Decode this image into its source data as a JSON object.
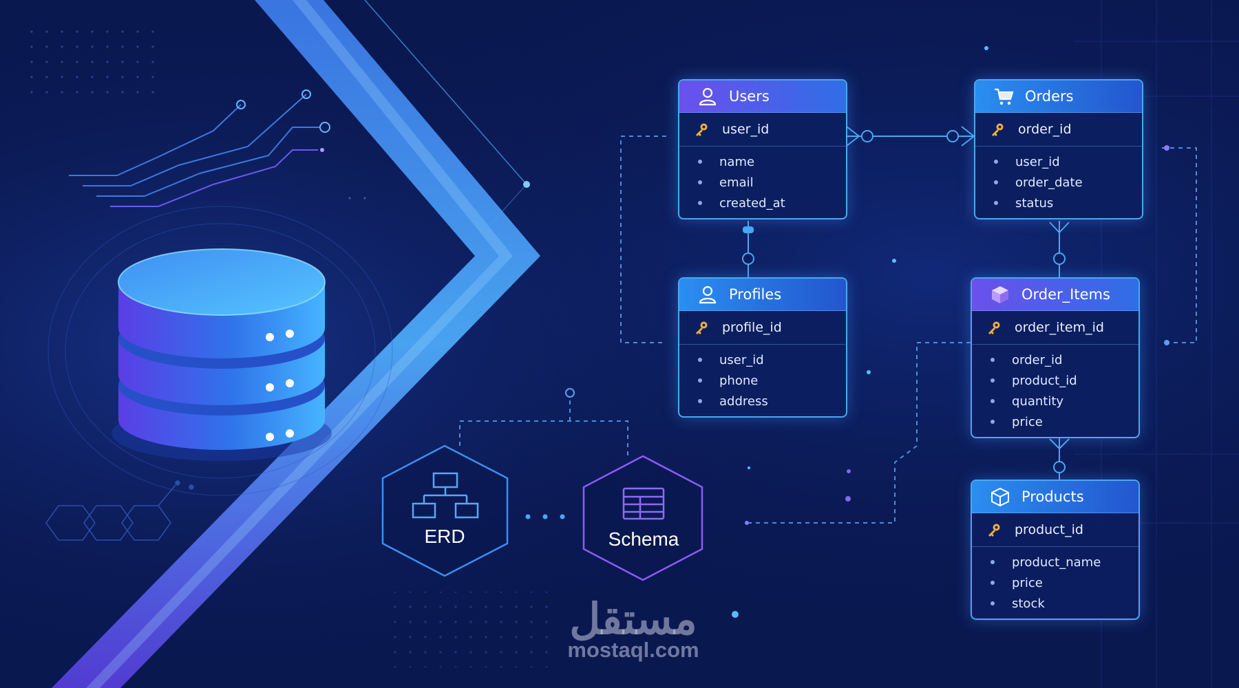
{
  "colors": {
    "background": "#0a1850",
    "line": "#4aa8f0",
    "dashed_line": "#5ea0ee",
    "key": "#f2b238",
    "header_purple": "#6b50ec",
    "header_blue": "#2a8ef0",
    "hex_outline_erd": "#3b8ff0",
    "hex_outline_schema": "#8b5cf6"
  },
  "entities": [
    {
      "name": "Users",
      "icon": "user-icon",
      "pk": "user_id",
      "fields": [
        "name",
        "email",
        "created_at"
      ]
    },
    {
      "name": "Orders",
      "icon": "cart-icon",
      "pk": "order_id",
      "fields": [
        "user_id",
        "order_date",
        "status"
      ]
    },
    {
      "name": "Profiles",
      "icon": "user-icon",
      "pk": "profile_id",
      "fields": [
        "user_id",
        "phone",
        "address"
      ]
    },
    {
      "name": "Order_Items",
      "icon": "box-icon",
      "pk": "order_item_id",
      "fields": [
        "order_id",
        "product_id",
        "quantity",
        "price"
      ]
    },
    {
      "name": "Products",
      "icon": "box-outline-icon",
      "pk": "product_id",
      "fields": [
        "product_name",
        "price",
        "stock"
      ]
    }
  ],
  "badges": {
    "erd": {
      "label": "ERD",
      "icon": "hierarchy-icon"
    },
    "schema": {
      "label": "Schema",
      "icon": "table-icon"
    }
  },
  "watermark": {
    "arabic": "مستقل",
    "latin": "mostaql.com"
  }
}
